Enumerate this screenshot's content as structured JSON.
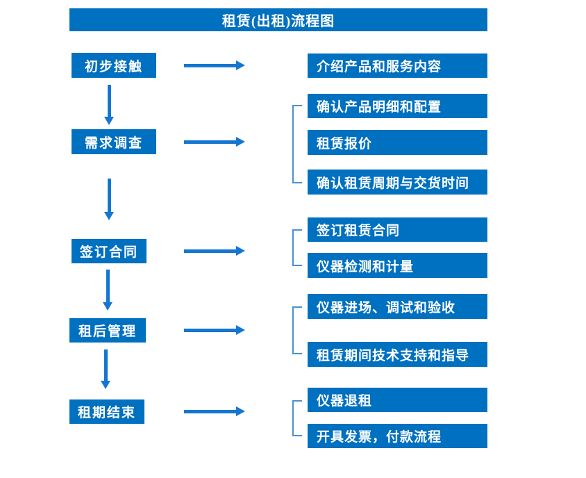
{
  "title": "租赁(出租)流程图",
  "groups": [
    {
      "stage": "初步接触",
      "details": [
        "介绍产品和服务内容"
      ]
    },
    {
      "stage": "需求调查",
      "details": [
        "确认产品明细和配置",
        "租赁报价",
        "确认租赁周期与交货时间"
      ]
    },
    {
      "stage": "签订合同",
      "details": [
        "签订租赁合同",
        "仪器检测和计量"
      ]
    },
    {
      "stage": "租后管理",
      "details": [
        "仪器进场、调试和验收",
        "租赁期间技术支持和指导"
      ]
    },
    {
      "stage": "租期结束",
      "details": [
        "仪器退租",
        "开具发票，付款流程"
      ]
    }
  ],
  "colors": {
    "box_blue": "#0070C0",
    "arrow_blue": "#1576D2",
    "bracket_blue": "#4A90D5",
    "text_white": "#FFFFFF"
  }
}
